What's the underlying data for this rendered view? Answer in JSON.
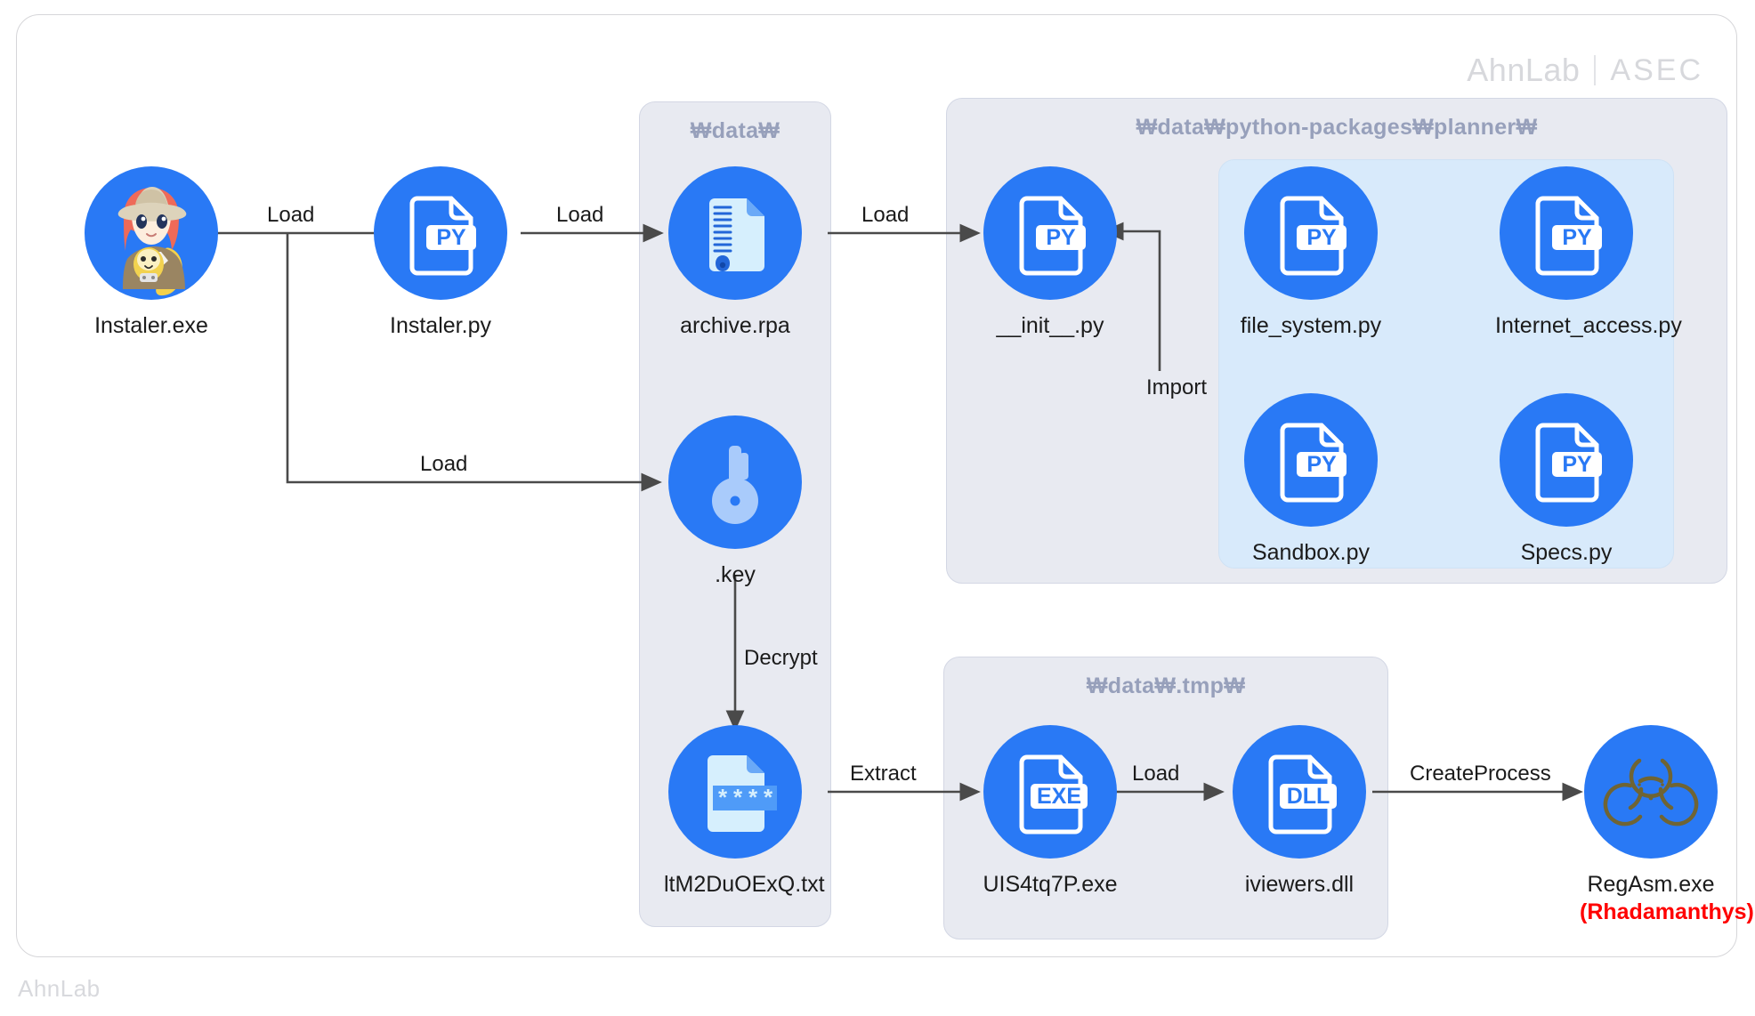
{
  "brand": {
    "name": "AhnLab",
    "divider": "|",
    "unit": "ASEC",
    "watermark": "AhnLab"
  },
  "colors": {
    "node_blue": "#2979f5",
    "panel_gray": "#e8eaf1",
    "panel_inner_blue": "#d8eafb",
    "panel_title": "#97a0bb",
    "caption_text": "#1b1b1b",
    "alert_red": "#ff0000",
    "wire": "#4a4a4a",
    "brand_gray": "#d7d8dc"
  },
  "panels": [
    {
      "id": "data-folder",
      "title": "₩data₩"
    },
    {
      "id": "planner-folder",
      "title": "₩data₩python-packages₩planner₩"
    },
    {
      "id": "tmp-folder",
      "title": "₩data₩.tmp₩"
    }
  ],
  "nodes": [
    {
      "id": "installer-exe",
      "label": "Instaler.exe",
      "icon": "anime-character-avatar-icon"
    },
    {
      "id": "installer-py",
      "label": "Instaler.py",
      "icon": "py-file-icon",
      "badge": "PY"
    },
    {
      "id": "archive-rpa",
      "label": "archive.rpa",
      "icon": "zip-archive-icon"
    },
    {
      "id": "key-file",
      "label": ".key",
      "icon": "key-icon"
    },
    {
      "id": "init-py",
      "label": "__init__.py",
      "icon": "py-file-icon",
      "badge": "PY"
    },
    {
      "id": "file-system-py",
      "label": "file_system.py",
      "icon": "py-file-icon",
      "badge": "PY"
    },
    {
      "id": "internet-access-py",
      "label": "Internet_access.py",
      "icon": "py-file-icon",
      "badge": "PY"
    },
    {
      "id": "sandbox-py",
      "label": "Sandbox.py",
      "icon": "py-file-icon",
      "badge": "PY"
    },
    {
      "id": "specs-py",
      "label": "Specs.py",
      "icon": "py-file-icon",
      "badge": "PY"
    },
    {
      "id": "encrypted-txt",
      "label": "ltM2DuOExQ.txt",
      "icon": "password-document-icon"
    },
    {
      "id": "uis4tq7p-exe",
      "label": "UIS4tq7P.exe",
      "icon": "exe-file-icon",
      "badge": "EXE"
    },
    {
      "id": "iviewers-dll",
      "label": "iviewers.dll",
      "icon": "dll-file-icon",
      "badge": "DLL"
    },
    {
      "id": "regasm-exe",
      "label": "RegAsm.exe",
      "label_sub": "(Rhadamanthys)",
      "icon": "biohazard-icon"
    }
  ],
  "edges": [
    {
      "id": "exe-to-py",
      "label": "Load",
      "from": "installer-exe",
      "to": "installer-py"
    },
    {
      "id": "py-to-archive",
      "label": "Load",
      "from": "installer-py",
      "to": "archive-rpa"
    },
    {
      "id": "exe-to-key",
      "label": "Load",
      "from": "installer-exe",
      "to": "key-file"
    },
    {
      "id": "archive-to-init",
      "label": "Load",
      "from": "archive-rpa",
      "to": "init-py"
    },
    {
      "id": "modules-to-init",
      "label": "Import",
      "from": "planner-folder",
      "to": "init-py"
    },
    {
      "id": "key-to-txt",
      "label": "Decrypt",
      "from": "key-file",
      "to": "encrypted-txt"
    },
    {
      "id": "txt-to-exe",
      "label": "Extract",
      "from": "encrypted-txt",
      "to": "uis4tq7p-exe"
    },
    {
      "id": "exe-to-dll",
      "label": "Load",
      "from": "uis4tq7p-exe",
      "to": "iviewers-dll"
    },
    {
      "id": "dll-to-regasm",
      "label": "CreateProcess",
      "from": "iviewers-dll",
      "to": "regasm-exe"
    }
  ]
}
